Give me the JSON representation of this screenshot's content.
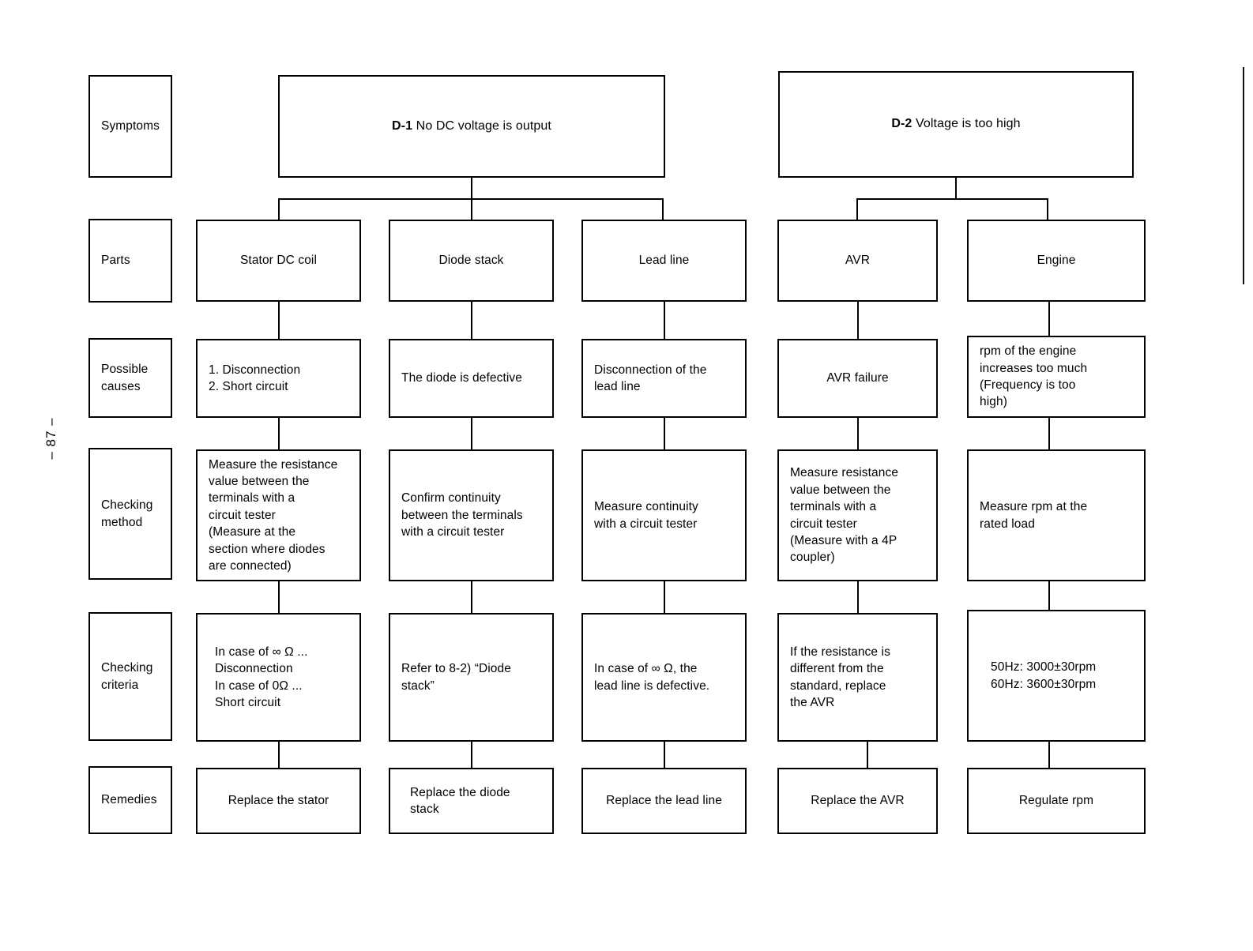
{
  "page": {
    "number_label": "– 87 –"
  },
  "row_labels": [
    {
      "key": "symptoms",
      "label": "Symptoms"
    },
    {
      "key": "parts",
      "label": "Parts"
    },
    {
      "key": "possible_causes",
      "label": "Possible\ncauses"
    },
    {
      "key": "checking_method",
      "label": "Checking\nmethod"
    },
    {
      "key": "checking_criteria",
      "label": "Checking\ncriteria"
    },
    {
      "key": "remedies",
      "label": "Remedies"
    }
  ],
  "symptoms": [
    {
      "code": "D-1",
      "text": " No DC voltage is output"
    },
    {
      "code": "D-2",
      "text": " Voltage is too high"
    }
  ],
  "columns": [
    {
      "part": "Stator DC coil",
      "possible_cause": "1.  Disconnection\n2.  Short circuit",
      "checking_method": "Measure the resistance\nvalue between the\nterminals with a\ncircuit tester\n(Measure at the\nsection where diodes\nare connected)",
      "checking_criteria": "In case of  ∞ Ω ...\n        Disconnection\nIn case of 0Ω ...\n        Short circuit",
      "remedy": "Replace the stator"
    },
    {
      "part": "Diode stack",
      "possible_cause": "The diode is defective",
      "checking_method": "Confirm continuity\nbetween the terminals\nwith a circuit tester",
      "checking_criteria": "Refer to 8-2) “Diode\nstack”",
      "remedy": "Replace the diode\nstack"
    },
    {
      "part": "Lead line",
      "possible_cause": "Disconnection of the\nlead line",
      "checking_method": "Measure continuity\nwith a circuit tester",
      "checking_criteria": "In case of  ∞ Ω, the\nlead line is defective.",
      "remedy": "Replace the lead line"
    },
    {
      "part": "AVR",
      "possible_cause": "AVR failure",
      "checking_method": "Measure resistance\nvalue between the\nterminals with a\ncircuit tester\n(Measure with a 4P\ncoupler)",
      "checking_criteria": "If the resistance is\ndifferent from the\nstandard, replace\nthe AVR",
      "remedy": "Replace the AVR"
    },
    {
      "part": "Engine",
      "possible_cause": "rpm of the engine\nincreases too much\n(Frequency is too\nhigh)",
      "checking_method": "Measure rpm at the\nrated load",
      "checking_criteria": "50Hz: 3000±30rpm\n60Hz: 3600±30rpm",
      "remedy": "Regulate rpm"
    }
  ]
}
